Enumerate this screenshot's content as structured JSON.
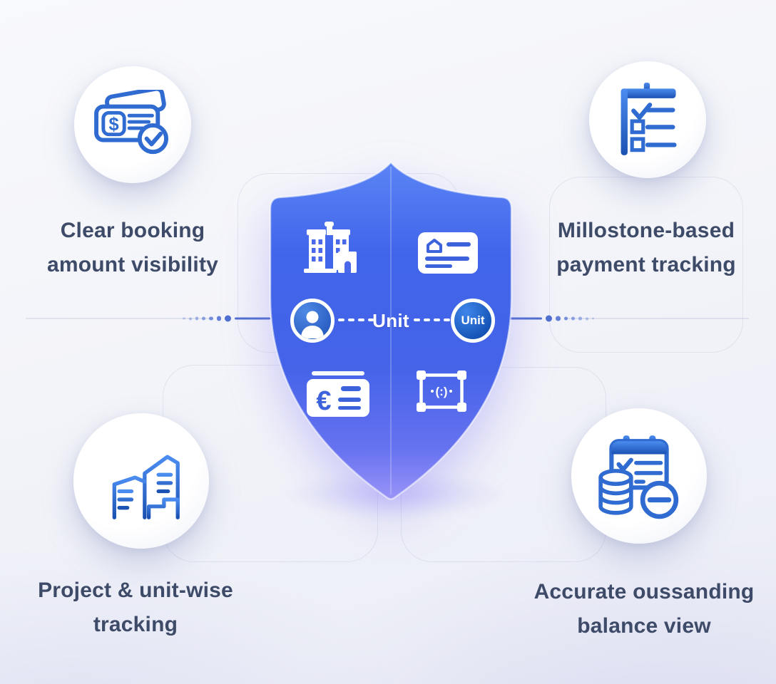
{
  "canvas": {
    "type": "infographic",
    "theme": "payment-tracking-shield"
  },
  "features": {
    "top_left": {
      "line1": "Clear booking",
      "line2": "amount visibility",
      "icon": "banknotes-dollar-check-icon"
    },
    "top_right": {
      "line1": "Millostone-based",
      "line2": "payment tracking",
      "icon": "checklist-clipboard-icon"
    },
    "bottom_left": {
      "line1": "Project & unit-wise",
      "line2": "tracking",
      "icon": "city-buildings-icon"
    },
    "bottom_right": {
      "line1": "Accurate oussanding",
      "line2": "balance view",
      "icon": "calendar-coins-minus-icon"
    }
  },
  "shield": {
    "unit_label": "Unit",
    "unit_chip_label": "Unit",
    "icons": [
      "office-building-icon",
      "id-card-icon",
      "person-icon",
      "euro-banknote-icon",
      "unit-frame-icon"
    ]
  },
  "glyphs": {
    "dollar": "$",
    "euro": "€",
    "frame_center": "(:)"
  },
  "colors": {
    "shield_blue_top": "#5b84f5",
    "shield_blue_mid": "#4263e8",
    "shield_blue_bottom": "#9a93f8",
    "icon_stroke_blue": "#2f6bd0",
    "icon_gradient_light": "#4b8cf0",
    "icon_gradient_dark": "#1b52b2",
    "label_text": "#3e4b68",
    "connector_dot": "#4f6fd0",
    "background_top": "#f7f8fb",
    "background_bottom": "#e9ebf5"
  }
}
